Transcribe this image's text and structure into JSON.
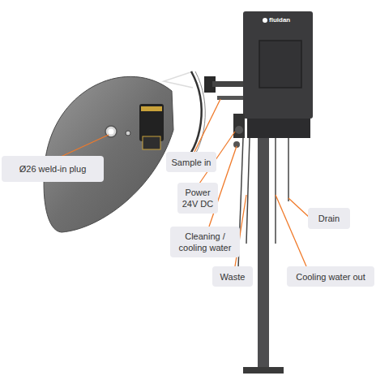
{
  "diagram": {
    "nodes": [
      {
        "text": [
          "Ø26 weld-in plug"
        ]
      },
      {
        "text": [
          "Sample in"
        ]
      },
      {
        "text": [
          "Power 24V DC"
        ]
      },
      {
        "text": [
          "Cleaning / cooling water"
        ]
      },
      {
        "text": [
          "Waste"
        ]
      },
      {
        "text": [
          "Drain"
        ]
      },
      {
        "text": [
          "Cooling water out"
        ]
      }
    ],
    "labels": [
      "fluidan"
    ]
  }
}
